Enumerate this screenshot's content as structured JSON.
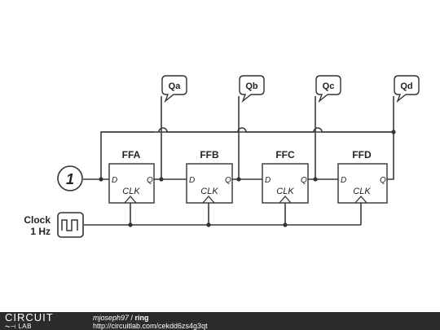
{
  "constant_input": "1",
  "clock": {
    "label_line1": "Clock",
    "label_line2": "1 Hz"
  },
  "flipflops": [
    {
      "name": "FFA",
      "d": "D",
      "q": "Q",
      "clk": "CLK"
    },
    {
      "name": "FFB",
      "d": "D",
      "q": "Q",
      "clk": "CLK"
    },
    {
      "name": "FFC",
      "d": "D",
      "q": "Q",
      "clk": "CLK"
    },
    {
      "name": "FFD",
      "d": "D",
      "q": "Q",
      "clk": "CLK"
    }
  ],
  "outputs": [
    "Qa",
    "Qb",
    "Qc",
    "Qd"
  ],
  "footer": {
    "logo_top": "CIRCUIT",
    "logo_bottom": "LAB",
    "author": "mjoseph97",
    "separator": " / ",
    "title": "ring",
    "url": "http://circuitlab.com/cekdd6zs4g3qt"
  }
}
